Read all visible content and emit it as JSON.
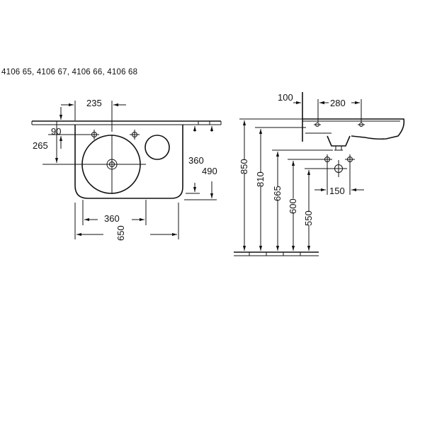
{
  "title": "4106 65, 4106 67, 4106 66, 4106 68",
  "top_view": {
    "dim_235": "235",
    "dim_90": "90",
    "dim_265": "265",
    "dim_360_v": "360",
    "dim_490": "490",
    "dim_360_h": "360",
    "dim_650": "650"
  },
  "side_view": {
    "dim_100": "100",
    "dim_280": "280",
    "dim_150": "150",
    "dim_850": "850",
    "dim_810": "810",
    "dim_665": "665",
    "dim_600": "600",
    "dim_550": "550"
  }
}
